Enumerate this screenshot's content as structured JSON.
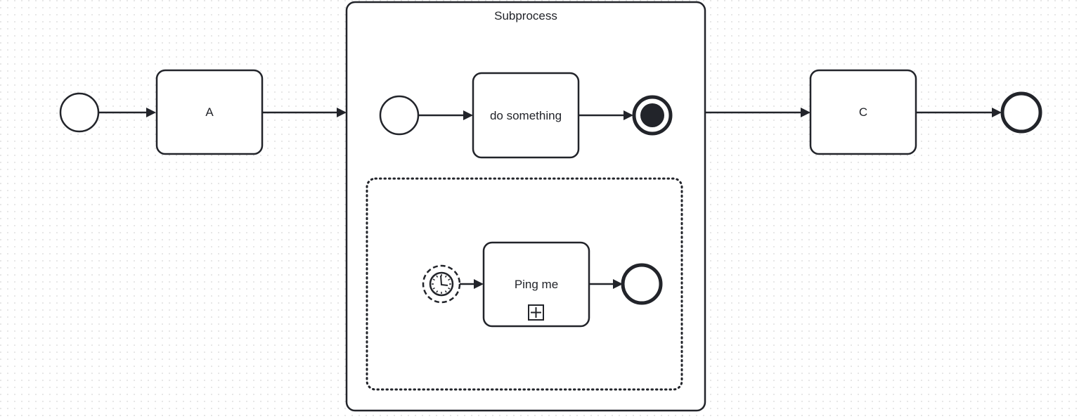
{
  "diagram": {
    "type": "bpmn-process",
    "background_grid": true,
    "colors": {
      "stroke": "#22242a",
      "fill": "#ffffff",
      "grid_dot": "#d6d6d6"
    },
    "task_a": {
      "label": "A"
    },
    "subprocess": {
      "label": "Subprocess",
      "task_do_something": {
        "label": "do something"
      },
      "event_subprocess": {
        "start_event_type": "timer-non-interrupting",
        "task_ping_me": {
          "label": "Ping me",
          "marker": "collapsed-subprocess"
        }
      }
    },
    "task_c": {
      "label": "C"
    }
  }
}
